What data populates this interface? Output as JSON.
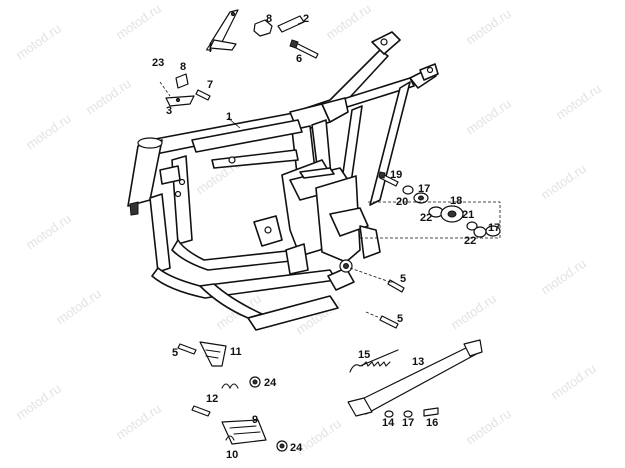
{
  "watermark": "motod.ru",
  "callouts": [
    {
      "id": "c1",
      "label": "1"
    },
    {
      "id": "c2",
      "label": "2"
    },
    {
      "id": "c3",
      "label": "3"
    },
    {
      "id": "c4",
      "label": "4"
    },
    {
      "id": "c5a",
      "label": "5"
    },
    {
      "id": "c5b",
      "label": "5"
    },
    {
      "id": "c5c",
      "label": "5"
    },
    {
      "id": "c6",
      "label": "6"
    },
    {
      "id": "c7",
      "label": "7"
    },
    {
      "id": "c8a",
      "label": "8"
    },
    {
      "id": "c8b",
      "label": "8"
    },
    {
      "id": "c9",
      "label": "9"
    },
    {
      "id": "c10",
      "label": "10"
    },
    {
      "id": "c11",
      "label": "11"
    },
    {
      "id": "c12",
      "label": "12"
    },
    {
      "id": "c13",
      "label": "13"
    },
    {
      "id": "c14",
      "label": "14"
    },
    {
      "id": "c15",
      "label": "15"
    },
    {
      "id": "c16",
      "label": "16"
    },
    {
      "id": "c17a",
      "label": "17"
    },
    {
      "id": "c17b",
      "label": "17"
    },
    {
      "id": "c17c",
      "label": "17"
    },
    {
      "id": "c18",
      "label": "18"
    },
    {
      "id": "c19",
      "label": "19"
    },
    {
      "id": "c20",
      "label": "20"
    },
    {
      "id": "c21",
      "label": "21"
    },
    {
      "id": "c22a",
      "label": "22"
    },
    {
      "id": "c22b",
      "label": "22"
    },
    {
      "id": "c23",
      "label": "23"
    },
    {
      "id": "c24a",
      "label": "24"
    },
    {
      "id": "c24b",
      "label": "24"
    }
  ]
}
